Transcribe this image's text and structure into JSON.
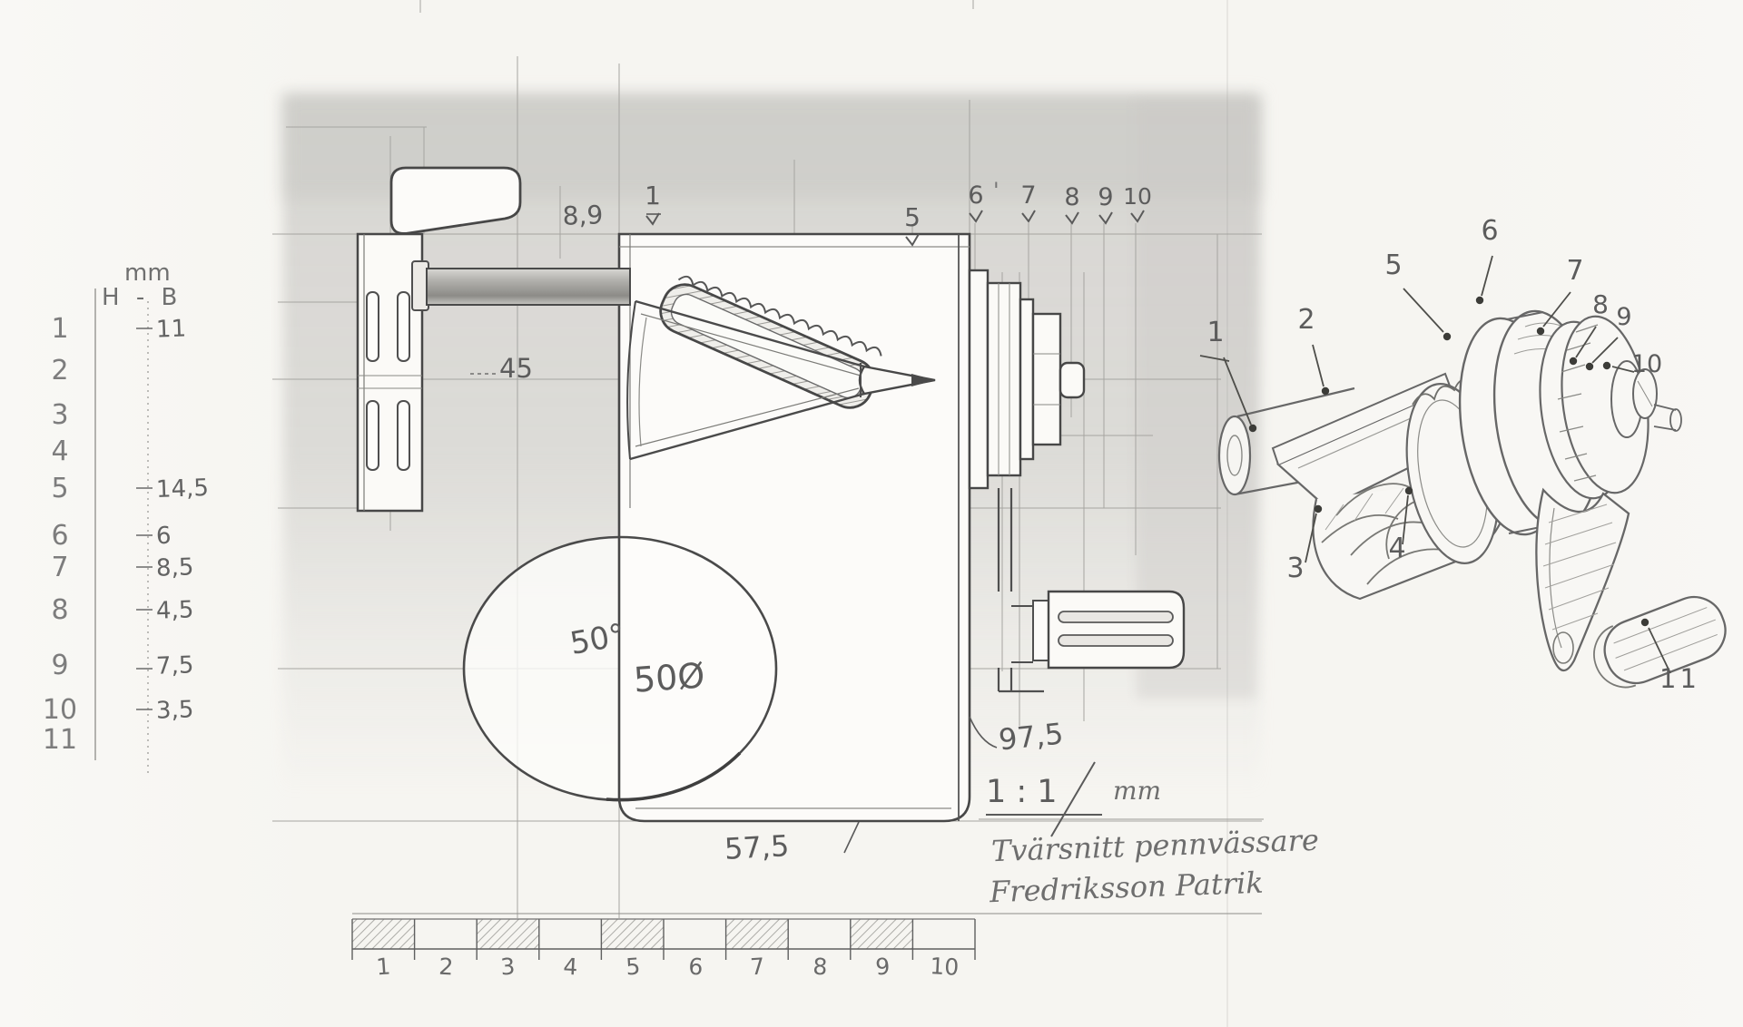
{
  "parts_table": {
    "unit": "mm",
    "header": "H - B",
    "rows": [
      {
        "no": "1",
        "value": "11"
      },
      {
        "no": "2",
        "value": ""
      },
      {
        "no": "3",
        "value": ""
      },
      {
        "no": "4",
        "value": ""
      },
      {
        "no": "5",
        "value": "14,5"
      },
      {
        "no": "6",
        "value": "6"
      },
      {
        "no": "7",
        "value": "8,5"
      },
      {
        "no": "8",
        "value": "4,5"
      },
      {
        "no": "9",
        "value": "7,5"
      },
      {
        "no": "10",
        "value": "3,5"
      },
      {
        "no": "11",
        "value": ""
      }
    ]
  },
  "section_view": {
    "callouts": [
      "1",
      "5",
      "6",
      "7",
      "8",
      "9",
      "10"
    ],
    "stray_tick": "'",
    "dims": {
      "crank_offset": "8,9",
      "crank_length": "45",
      "cone_angle": "50°",
      "disc_diameter": "50Ø",
      "body_height": "97,5",
      "body_width": "57,5"
    }
  },
  "title_block": {
    "scale": "1 : 1",
    "unit": "mm",
    "subject": "Tvärsnitt pennvässare",
    "author": "Fredriksson Patrik"
  },
  "sketch_view": {
    "callouts": [
      "1",
      "2",
      "3",
      "4",
      "5",
      "6",
      "7",
      "8",
      "9",
      "10",
      "11"
    ]
  },
  "scale_bar": {
    "labels": [
      "1",
      "2",
      "3",
      "4",
      "5",
      "6",
      "7",
      "8",
      "9",
      "10"
    ]
  }
}
